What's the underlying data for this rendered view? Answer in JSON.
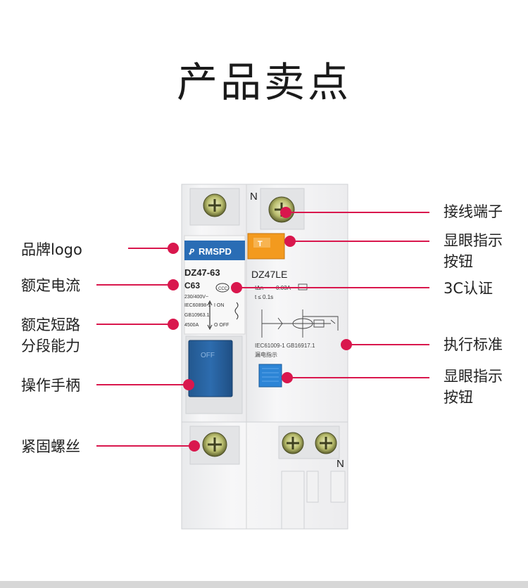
{
  "title": "产品卖点",
  "product": {
    "brand": "RMSPD",
    "left_model": "DZ47-63",
    "left_rating": "C63",
    "left_voltage": "230/400V~",
    "left_std1": "IEC60898-1",
    "left_std2": "GB10963.1",
    "left_breaking": "4500A",
    "on_text": "I ON",
    "off_text": "O OFF",
    "off_handle_text": "OFF",
    "right_model": "DZ47LE",
    "right_current_label": "IΔn",
    "right_current_value": "0.03A",
    "right_time": "t    ≤ 0.1s",
    "right_std": "IEC61009-1 GB16917.1",
    "leak_indicator": "漏电指示",
    "test_button_glyph": "T",
    "terminal_n_top": "N",
    "terminal_n_bottom": "N",
    "cert_mark": "CCC"
  },
  "left_callouts": [
    {
      "text": "品牌logo"
    },
    {
      "text": "额定电流"
    },
    {
      "line1": "额定短路",
      "line2": "分段能力"
    },
    {
      "text": "操作手柄"
    },
    {
      "text": "紧固螺丝"
    }
  ],
  "right_callouts": [
    {
      "text": "接线端子"
    },
    {
      "line1": "显眼指示",
      "line2": "按钮"
    },
    {
      "text": "3C认证"
    },
    {
      "text": "执行标准"
    },
    {
      "line1": "显眼指示",
      "line2": "按钮"
    }
  ],
  "colors": {
    "accent": "#d9174d",
    "orange": "#f39a1e",
    "blue": "#2a6db5"
  }
}
